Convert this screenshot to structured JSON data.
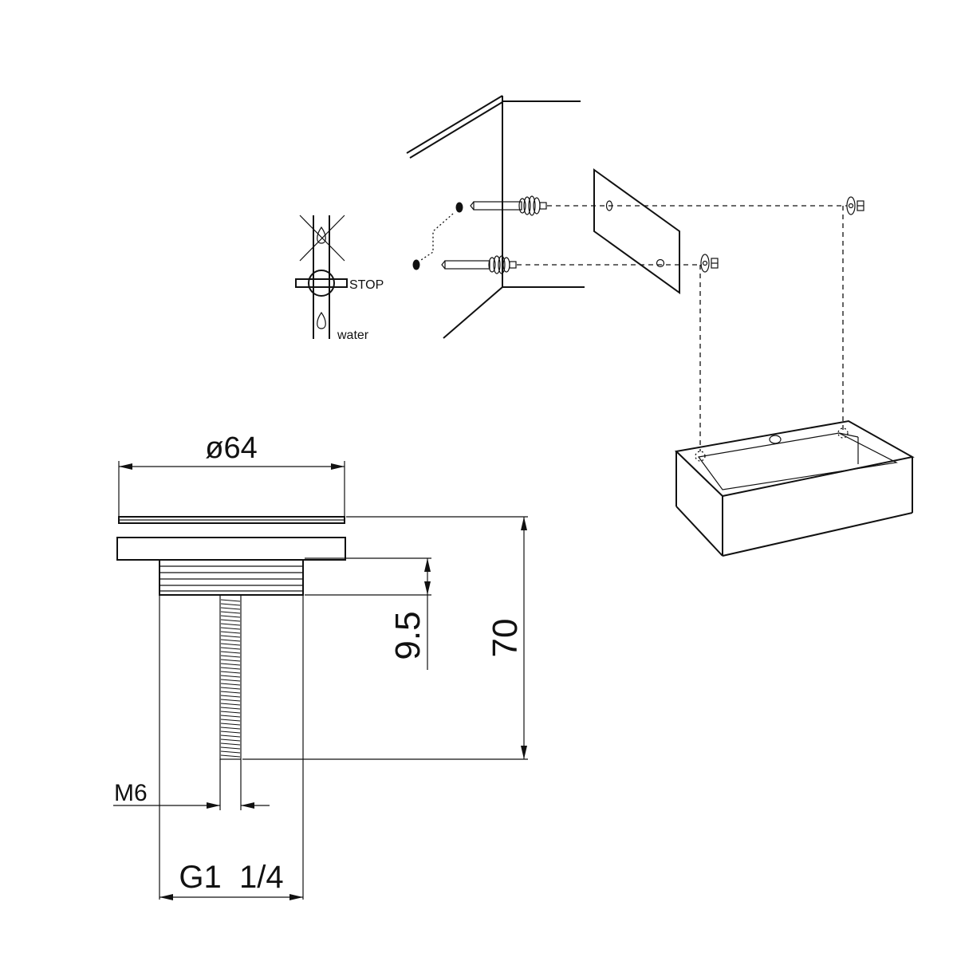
{
  "labels": {
    "stop": "STOP",
    "water": "water",
    "diameter": "ø64",
    "thread_height": "9.5",
    "total_height": "70",
    "bolt_thread": "M6",
    "outlet_thread": "G1  1/4"
  }
}
